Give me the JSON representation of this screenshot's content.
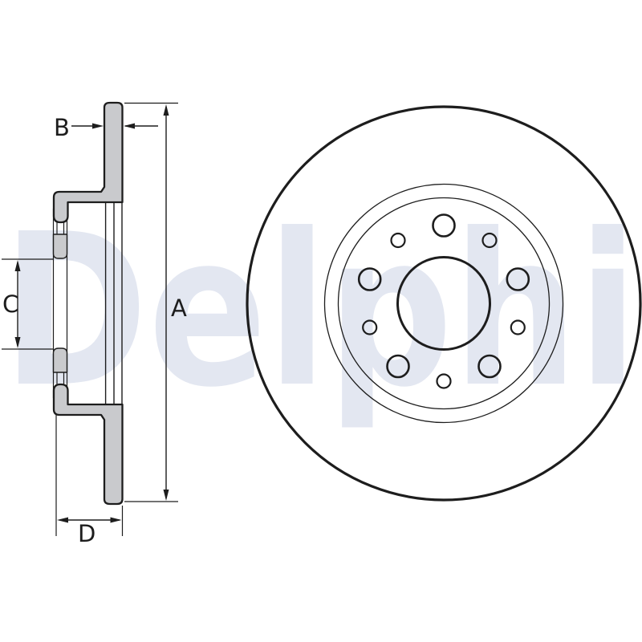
{
  "diagram": {
    "watermark_text": "Delphi",
    "view_type": "brake-disc-technical-drawing",
    "dimension_labels": {
      "a": "A",
      "b": "B",
      "c": "C",
      "d": "D"
    },
    "front_view": {
      "large_hole_count": 5,
      "small_hole_count": 5
    }
  },
  "colors": {
    "line": "#1d1d1d",
    "fill_gray": "#c9cacd",
    "watermark": "#e3e7f1",
    "background": "#ffffff"
  }
}
